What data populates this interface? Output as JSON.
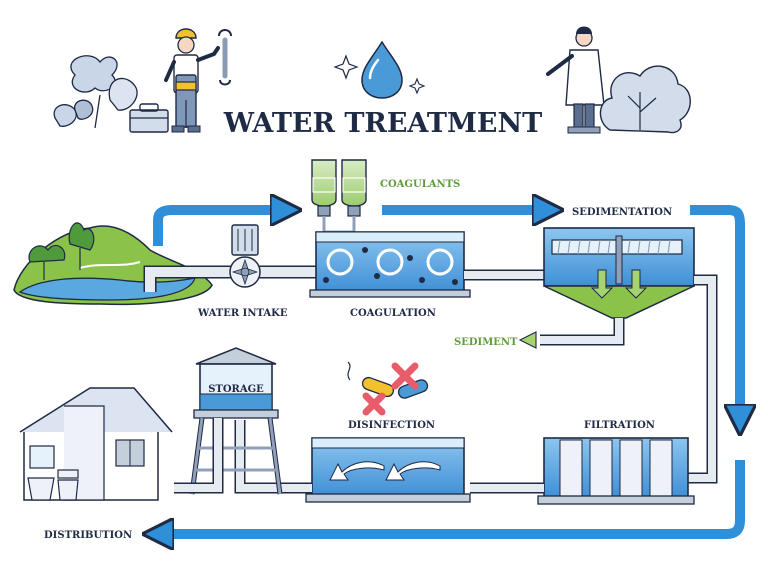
{
  "title": "WATER TREATMENT",
  "labels": {
    "coagulants": "COAGULANTS",
    "sedimentation": "SEDIMENTATION",
    "water_intake": "WATER INTAKE",
    "coagulation": "COAGULATION",
    "sediment": "SEDIMENT",
    "storage": "STORAGE",
    "disinfection": "DISINFECTION",
    "filtration": "FILTRATION",
    "distribution": "DISTRIBUTION"
  },
  "colors": {
    "outline": "#1f2a44",
    "water": "#4a9ad8",
    "water_light": "#bfe0f7",
    "arrow_blue": "#2f8fd8",
    "green": "#7cc04a",
    "green_dark": "#4f9a3a",
    "pipe": "#e6ebf2",
    "gray": "#c5cfdc"
  }
}
